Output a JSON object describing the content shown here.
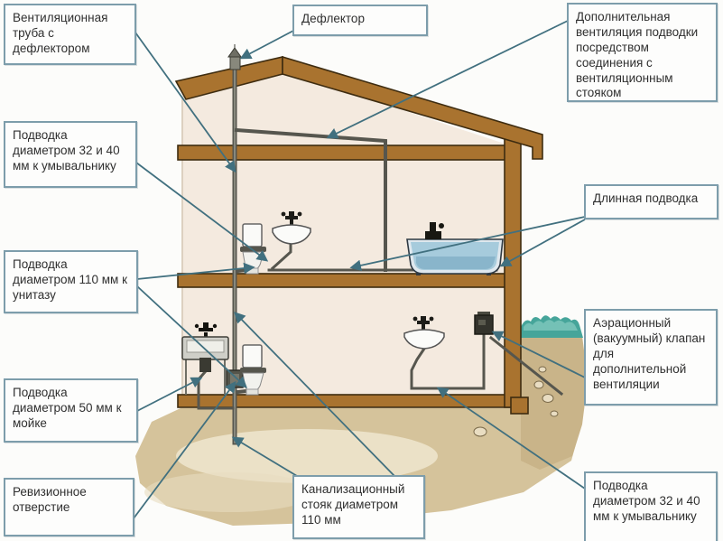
{
  "diagram": {
    "labels": [
      {
        "id": "vent-pipe-with-deflector",
        "text": "Вентиляционная труба с дефлектором"
      },
      {
        "id": "deflector",
        "text": "Дефлектор"
      },
      {
        "id": "additional-ventilation",
        "text": "Дополнительная вентиляция подводки посредством соединения с вентиляционным стояком"
      },
      {
        "id": "supply-32-40-washbasin-left",
        "text": "Подводка диаметром 32 и 40 мм к умывальнику"
      },
      {
        "id": "supply-110-toilet",
        "text": "Подводка диаметром 110 мм к унитазу"
      },
      {
        "id": "supply-50-sink",
        "text": "Подводка диаметром 50 мм к мойке"
      },
      {
        "id": "revision-opening",
        "text": "Ревизионное отверстие"
      },
      {
        "id": "sewer-riser-110",
        "text": "Канализационный стояк диаметром 110 мм"
      },
      {
        "id": "long-supply",
        "text": "Длинная подводка"
      },
      {
        "id": "aeration-vacuum-valve",
        "text": "Аэрационный (вакуумный) клапан для дополнительной вентиляции"
      },
      {
        "id": "supply-32-40-washbasin-right",
        "text": "Подводка диаметром 32 и 40 мм к умывальнику"
      }
    ],
    "colors": {
      "annotation_line": "#41707f",
      "label_box_border": "#7d9dab",
      "roof_and_beams": "#a9732f",
      "interior_fill": "#f4eadf",
      "ground": "#d5c39b",
      "grass": "#46a59a",
      "pipes": "#56564e",
      "bath_water": "#a6cbdc"
    }
  }
}
